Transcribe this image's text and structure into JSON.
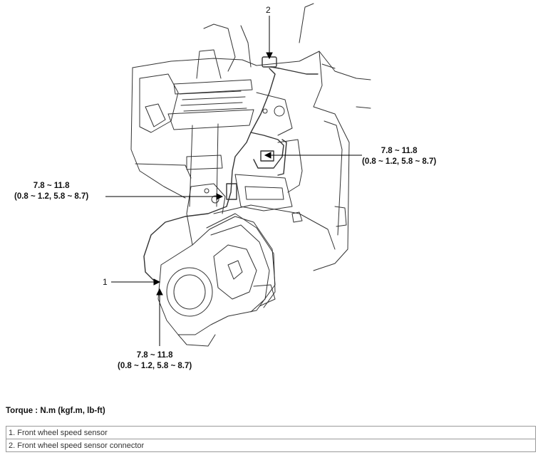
{
  "callouts": {
    "upper_right": {
      "torque": "7.8 ~ 11.8",
      "detail": "(0.8 ~ 1.2, 5.8 ~ 8.7)"
    },
    "middle_left": {
      "torque": "7.8 ~ 11.8",
      "detail": "(0.8 ~ 1.2, 5.8 ~ 8.7)"
    },
    "bottom": {
      "torque": "7.8 ~ 11.8",
      "detail": "(0.8 ~ 1.2, 5.8 ~ 8.7)"
    }
  },
  "part_numbers": {
    "sensor": "1",
    "connector": "2"
  },
  "torque_unit_heading": "Torque : N.m (kgf.m, lb-ft)",
  "legend": [
    "1. Front wheel speed sensor",
    "2. Front wheel speed sensor connector"
  ]
}
